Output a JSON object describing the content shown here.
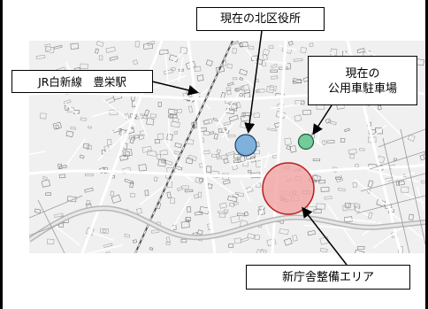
{
  "colors": {
    "map_bg": "#f2f2f2",
    "blue_marker": "#6aa7d8",
    "green_marker": "#5cc58a",
    "red_marker": "#f3a3a3",
    "river": "#bfbfbf"
  },
  "callouts": {
    "current_ward_office": "現在の北区役所",
    "station": "JR白新線　豊栄駅",
    "parking_line1": "現在の",
    "parking_line2": "公用車駐車場",
    "new_building_area": "新庁舎整備エリア"
  },
  "markers": [
    {
      "name": "current-ward-office-marker",
      "color": "blue"
    },
    {
      "name": "parking-marker",
      "color": "green"
    },
    {
      "name": "new-building-area-marker",
      "color": "red"
    }
  ]
}
